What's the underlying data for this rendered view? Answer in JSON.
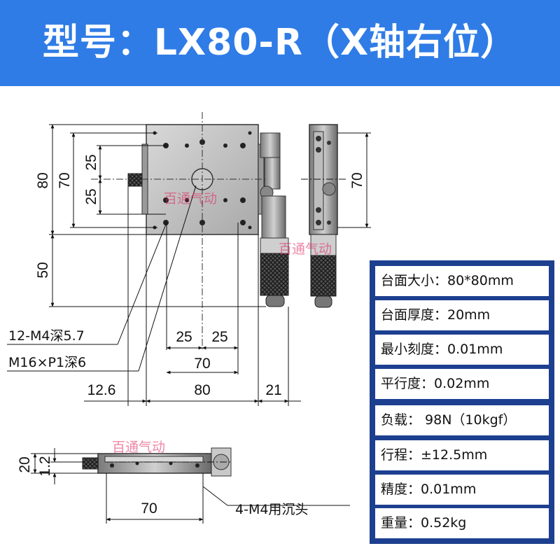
{
  "header": {
    "title": "型号：LX80-R（X轴右位）",
    "bg_color": "#2f7ce6"
  },
  "drawing": {
    "dims": {
      "d80": "80",
      "d70": "70",
      "d25a": "25",
      "d25b": "25",
      "d50": "50",
      "right70": "70",
      "b25a": "25",
      "b25b": "25",
      "b70": "70",
      "b80": "80",
      "b126": "12.6",
      "b21": "21",
      "s20": "20",
      "s12": "1.2",
      "s70": "70"
    },
    "callouts": {
      "holes": "12-M4深5.7",
      "center": "M16×P1深6",
      "mount": "4-M4用沉头"
    },
    "watermark": "百通气动"
  },
  "specs": {
    "panel_color": "#1d3f8f",
    "rows": [
      {
        "text": "台面大小：80*80mm"
      },
      {
        "text": "台面厚度：20mm"
      },
      {
        "text": "最小刻度：0.01mm"
      },
      {
        "text": "平行度：0.02mm"
      },
      {
        "text": "负载： 98N（10kgf）"
      },
      {
        "text": "行程：±12.5mm"
      },
      {
        "text": "精度：0.01mm"
      },
      {
        "text": "重量：0.52kg"
      }
    ]
  }
}
